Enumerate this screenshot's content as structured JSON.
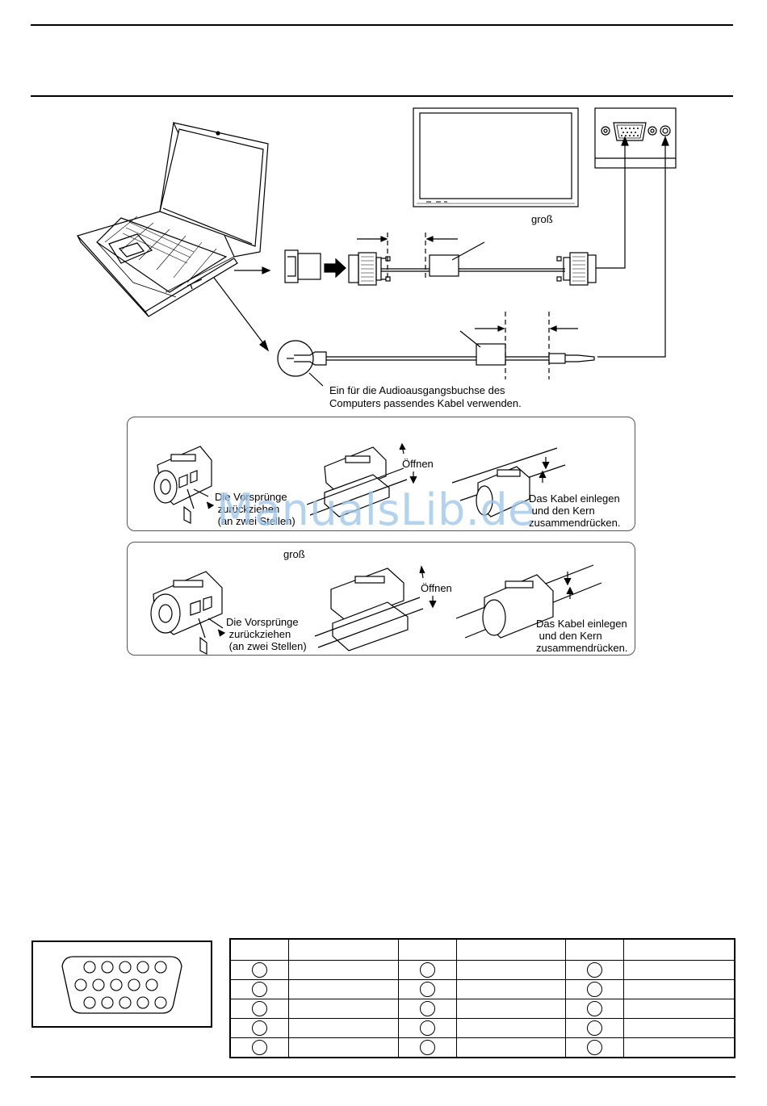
{
  "labels": {
    "gross_display": "groß",
    "audio_note": "Ein für die Audioausgangsbuchse des\nComputers passendes Kabel verwenden.",
    "open": "Öffnen",
    "pull_tabs": "Die Vorsprünge\n zurückziehen\n (an zwei Stellen)",
    "insert_cable": "Das Kabel einlegen\n und den Kern\nzusammendrücken.",
    "gross_core": "groß"
  },
  "watermark": "ManualsLib.de",
  "pin_table": {
    "rows": 5,
    "column_groups": 3
  },
  "colors": {
    "watermark": "#9ec6ea",
    "ink": "#000000"
  }
}
